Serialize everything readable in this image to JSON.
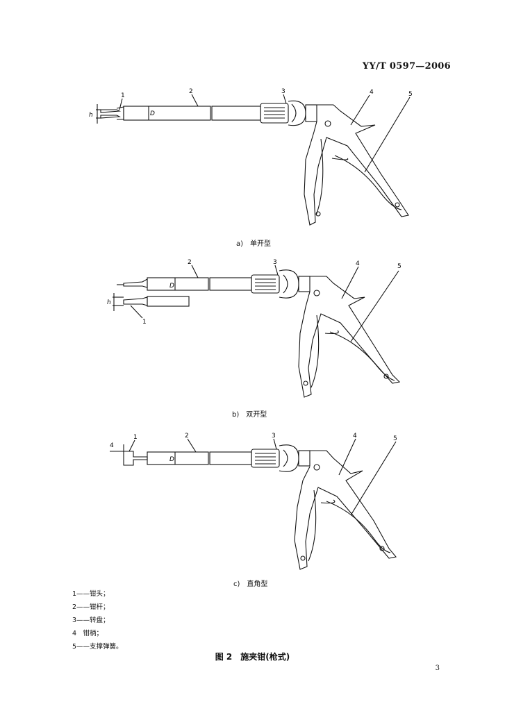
{
  "header": {
    "standard_number": "YY/T 0597—2006"
  },
  "figures": [
    {
      "caption": "a)　单开型",
      "part_numbers": [
        "1",
        "2",
        "3",
        "4",
        "5"
      ],
      "dim_labels": [
        "h",
        "D"
      ]
    },
    {
      "caption": "b)　双开型",
      "part_numbers": [
        "1",
        "2",
        "3",
        "4",
        "5"
      ],
      "dim_labels": [
        "h",
        "D"
      ]
    },
    {
      "caption": "c)　直角型",
      "part_numbers": [
        "1",
        "2",
        "3",
        "4",
        "5"
      ],
      "dim_labels": [
        "4",
        "D"
      ]
    }
  ],
  "legend": [
    "1——钳头；",
    "2——钳杆；",
    "3——转盘；",
    "4　钳柄；",
    "5——支撑弹簧。"
  ],
  "figure_title": "图 2　施夹钳(枪式)",
  "page_number": "3"
}
